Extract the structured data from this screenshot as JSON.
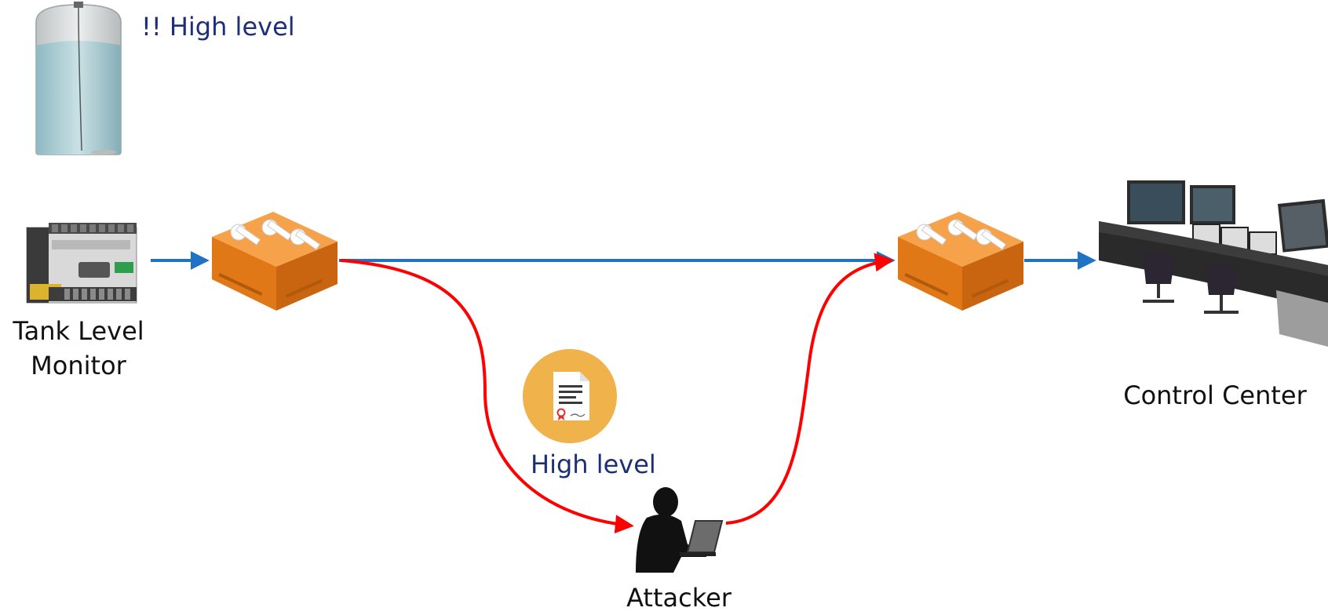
{
  "tank": {
    "alert": "!! High level",
    "icon": "tank-icon"
  },
  "devices": {
    "plc": {
      "label_line1": "Tank Level",
      "label_line2": "Monitor",
      "icon": "plc-icon"
    },
    "encryptor_left": {
      "icon": "key-encryptor-icon"
    },
    "encryptor_right": {
      "icon": "key-encryptor-icon"
    },
    "control_center": {
      "label": "Control Center",
      "icon": "control-desk-icon"
    },
    "attacker": {
      "label": "Attacker",
      "icon": "hacker-laptop-icon"
    }
  },
  "message": {
    "text": "High level",
    "icon": "certificate-document-icon"
  },
  "colors": {
    "normal_link": "#1f72c4",
    "attack_link": "#ff0000",
    "encryptor": "#f08a2a",
    "message_circle": "#f0b24a",
    "label_blue": "#1d2f78"
  }
}
